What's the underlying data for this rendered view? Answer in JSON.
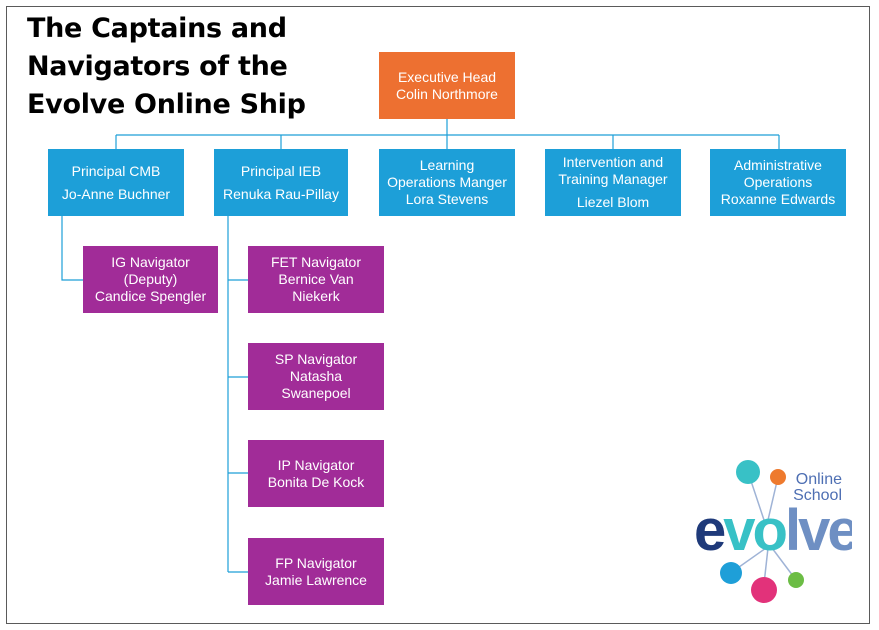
{
  "title_lines": [
    "The Captains and",
    "Navigators of the",
    "Evolve Online Ship"
  ],
  "executive": {
    "lines": [
      "Executive Head",
      "Colin Northmore"
    ]
  },
  "managers": [
    {
      "id": "principal-cmb",
      "lines": [
        "Principal CMB",
        "Jo-Anne Buchner"
      ]
    },
    {
      "id": "principal-ieb",
      "lines": [
        "Principal IEB",
        "Renuka Rau-Pillay"
      ]
    },
    {
      "id": "learning-ops",
      "lines": [
        "Learning",
        "Operations Manger",
        "Lora Stevens"
      ]
    },
    {
      "id": "intervention",
      "lines": [
        "Intervention and",
        "Training Manager",
        "Liezel Blom"
      ]
    },
    {
      "id": "admin-ops",
      "lines": [
        "Administrative",
        "Operations",
        "Roxanne Edwards"
      ]
    }
  ],
  "cmb_navigators": [
    {
      "id": "ig-navigator",
      "lines": [
        "IG Navigator",
        "(Deputy)",
        "Candice Spengler"
      ]
    }
  ],
  "ieb_navigators": [
    {
      "id": "fet-navigator",
      "lines": [
        "FET Navigator",
        "Bernice Van",
        "Niekerk"
      ]
    },
    {
      "id": "sp-navigator",
      "lines": [
        "SP Navigator",
        "Natasha",
        "Swanepoel"
      ]
    },
    {
      "id": "ip-navigator",
      "lines": [
        "IP Navigator",
        "Bonita De Kock"
      ]
    },
    {
      "id": "fp-navigator",
      "lines": [
        "FP Navigator",
        "Jamie Lawrence"
      ]
    }
  ],
  "logo": {
    "word": "evolve",
    "tagline_1": "Online",
    "tagline_2": "School"
  },
  "colors": {
    "executive": "#ed7031",
    "manager": "#1d9fd8",
    "navigator": "#a12c98",
    "connector": "#1d9fd8",
    "logo_navy": "#1f3a7a",
    "logo_teal": "#38c1c6",
    "logo_gray": "#6e8fc3"
  }
}
